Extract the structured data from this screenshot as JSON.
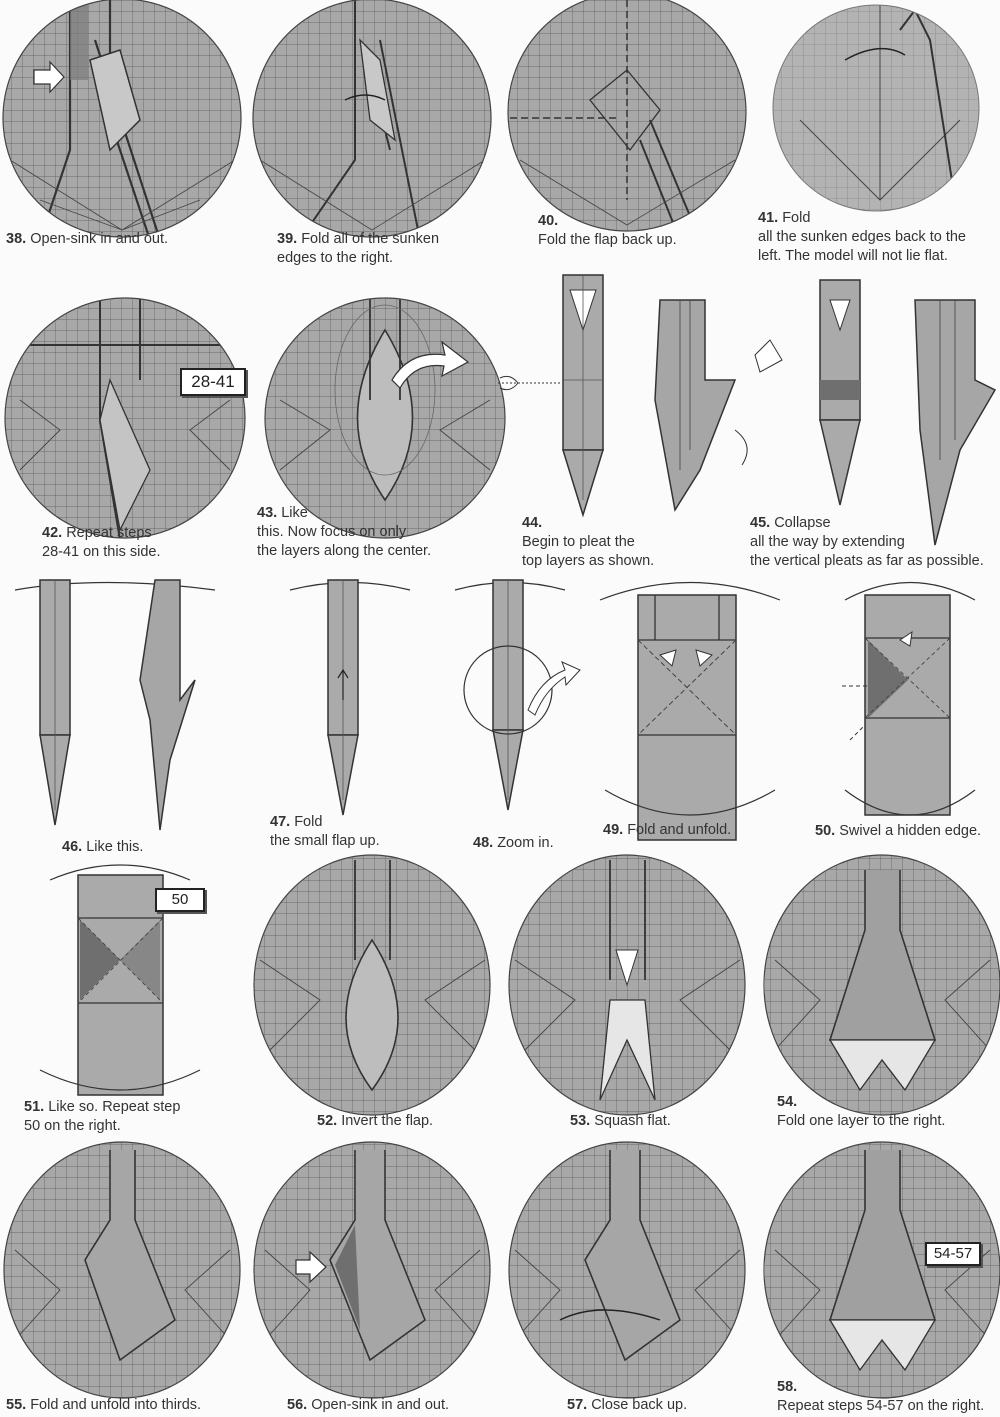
{
  "steps": [
    {
      "num": "38.",
      "text": "Open-sink in and out."
    },
    {
      "num": "39.",
      "text": "Fold all of the sunken",
      "text2": "edges to the right."
    },
    {
      "num": "40.",
      "text": "",
      "text2": "Fold the flap back up."
    },
    {
      "num": "41.",
      "text": "Fold",
      "text2": "all the sunken edges back to the",
      "text3": "left. The model will not lie flat."
    },
    {
      "num": "42.",
      "text": "Repeat steps",
      "text2": "28-41 on this side."
    },
    {
      "num": "43.",
      "text": "Like",
      "text2": "this. Now focus on only",
      "text3": "the layers along the center."
    },
    {
      "num": "44.",
      "text": "",
      "text2": "Begin to pleat the",
      "text3": "top layers as shown."
    },
    {
      "num": "45.",
      "text": "Collapse",
      "text2": "all the way by extending",
      "text3": "the vertical pleats as far as possible."
    },
    {
      "num": "46.",
      "text": "Like this."
    },
    {
      "num": "47.",
      "text": "Fold",
      "text2": "the small flap up."
    },
    {
      "num": "48.",
      "text": "Zoom in."
    },
    {
      "num": "49.",
      "text": "Fold and unfold."
    },
    {
      "num": "50.",
      "text": "Swivel a hidden edge."
    },
    {
      "num": "51.",
      "text": "Like so. Repeat step",
      "text2": "50 on the right."
    },
    {
      "num": "52.",
      "text": "Invert the flap."
    },
    {
      "num": "53.",
      "text": "Squash flat."
    },
    {
      "num": "54.",
      "text": "",
      "text2": "Fold one layer to the right."
    },
    {
      "num": "55.",
      "text": "Fold and unfold into thirds."
    },
    {
      "num": "56.",
      "text": "Open-sink in and out."
    },
    {
      "num": "57.",
      "text": "Close back up."
    },
    {
      "num": "58.",
      "text": "",
      "text2": "Repeat steps 54-57 on the right."
    }
  ],
  "refs": {
    "r42": "28-41",
    "r51": "50",
    "r58": "54-57"
  },
  "colors": {
    "paper_gray": "#a9a9a9",
    "line": "#3a3a3a",
    "shade_dark": "#6f6f6f",
    "shade_light": "#e6e6e6",
    "background": "#fbfbfb"
  }
}
